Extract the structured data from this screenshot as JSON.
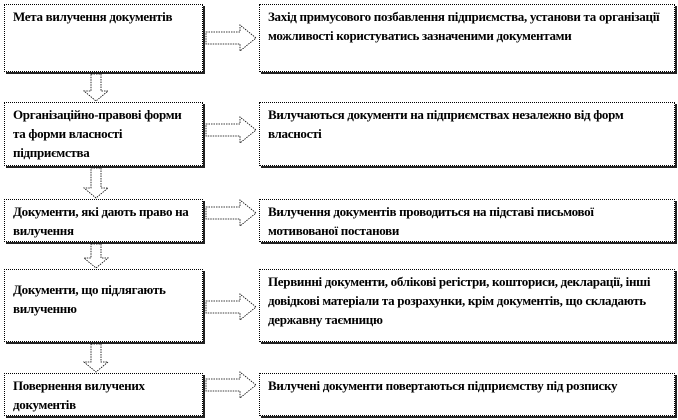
{
  "rows": [
    {
      "left": "Мета вилучення документів",
      "right": "Захід примусового позбавлення підприємства, установи та організації можливості користуватись зазначеними документами"
    },
    {
      "left": "Організаційно-правові форми та форми власності підприємства",
      "right": "Вилучаються документи на підприємствах незалежно від форм власності"
    },
    {
      "left": "Документи, які дають право на вилучення",
      "right": "Вилучення документів проводиться на підставі письмової мотивованої постанови"
    },
    {
      "left": "Документи, що підлягають вилученню",
      "right": "Первинні документи, облікові регістри, кошториси, декларації, інші довідкові матеріали та розрахунки, крім документів, що складають державну таємницю"
    },
    {
      "left": "Повернення вилучених документів",
      "right": "Вилучені документи повертаються підприємству під розписку"
    }
  ]
}
